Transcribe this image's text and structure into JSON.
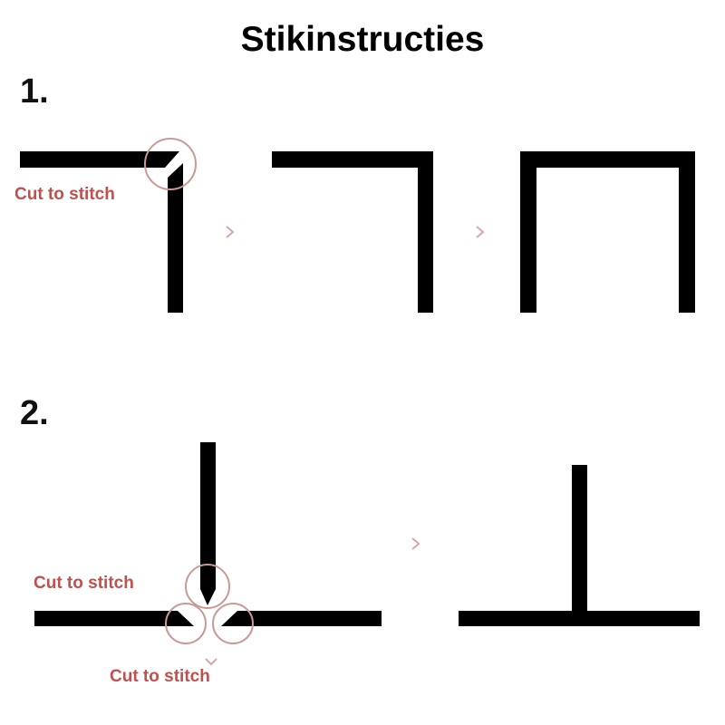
{
  "title": "Stikinstructies",
  "steps": [
    {
      "number": "1.",
      "cut_label": "Cut to stitch"
    },
    {
      "number": "2.",
      "cut_label_1": "Cut to stitch",
      "cut_label_2": "Cut to stitch"
    }
  ],
  "colors": {
    "line": "#000000",
    "label": "#c0504d",
    "circle": "#c99a95",
    "arrow": "#d8a7a3"
  }
}
